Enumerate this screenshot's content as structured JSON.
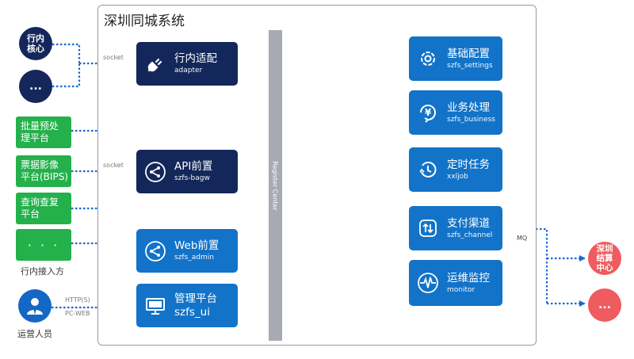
{
  "frame": {
    "title": "深圳同城系统"
  },
  "bank_core": {
    "label_line1": "行内",
    "label_line2": "核心"
  },
  "bank_more": {
    "label": "..."
  },
  "access_parties": {
    "items": [
      {
        "line1": "批量预处",
        "line2": "理平台"
      },
      {
        "line1": "票据影像",
        "line2": "平台(BIPS)"
      },
      {
        "line1": "查询查复",
        "line2": "平台"
      },
      {
        "line1": "· · ·",
        "line2": ""
      }
    ],
    "caption": "行内接入方"
  },
  "operator": {
    "caption": "运营人员"
  },
  "labels": {
    "socket_top": "socket",
    "socket_mid": "socket",
    "http": "HTTP(S)",
    "pcweb": "PC-WEB",
    "mq": "MQ"
  },
  "left_modules": {
    "adapter": {
      "title": "行内适配",
      "sub": "adapter",
      "icon": "plug-icon"
    },
    "api": {
      "title": "API前置",
      "sub": "szfs-bagw",
      "icon": "share-icon"
    },
    "web": {
      "title": "Web前置",
      "sub": "szfs_admin",
      "icon": "share-icon"
    },
    "mgmt": {
      "title": "管理平台",
      "sub": "szfs_ui",
      "icon": "monitor-icon"
    }
  },
  "register_center": {
    "label": "Register Center"
  },
  "services": [
    {
      "title": "基础配置",
      "sub": "szfs_settings",
      "icon": "gear-icon"
    },
    {
      "title": "业务处理",
      "sub": "szfs_business",
      "icon": "yen-icon"
    },
    {
      "title": "定时任务",
      "sub": "xxljob",
      "icon": "clock-icon"
    },
    {
      "title": "支付渠道",
      "sub": "szfs_channel",
      "icon": "arrows-icon"
    },
    {
      "title": "运维监控",
      "sub": "monitor",
      "icon": "pulse-icon"
    }
  ],
  "right_targets": {
    "clearing": {
      "line1": "深圳",
      "line2": "结算",
      "line3": "中心"
    },
    "more": {
      "label": "..."
    }
  },
  "colors": {
    "navy": "#13275a",
    "blue": "#1273c8",
    "green": "#24b14c",
    "red": "#ef5b5e",
    "dotted_link": "#1a6ad0",
    "register_bar": "#a8aab3"
  }
}
